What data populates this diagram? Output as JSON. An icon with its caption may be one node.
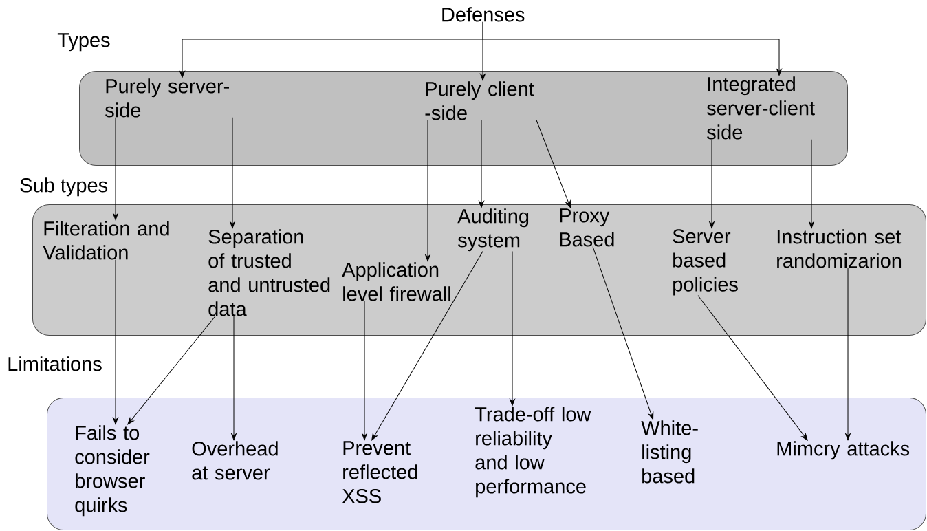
{
  "diagram": {
    "nodes": [
      {
        "text": [
          "Defenses"
        ]
      },
      {
        "text": [
          "Types"
        ]
      },
      {
        "text": [
          "Purely server-side"
        ],
        "in": 1
      },
      {
        "text": [
          "Purely client -side"
        ],
        "in": 1
      },
      {
        "text": [
          "Integrated server-client side"
        ],
        "in": 1
      },
      {
        "text": [
          "Sub types"
        ]
      },
      {
        "text": [
          "Filteration and Validation"
        ],
        "in": 5
      },
      {
        "text": [
          "Separation of trusted and untrusted data"
        ],
        "in": 5
      },
      {
        "text": [
          "Application level firewall"
        ],
        "in": 5
      },
      {
        "text": [
          "Auditing system"
        ],
        "in": 5
      },
      {
        "text": [
          "Proxy Based"
        ],
        "in": 5
      },
      {
        "text": [
          "Server based policies"
        ],
        "in": 5
      },
      {
        "text": [
          "Instruction set randomizarion"
        ],
        "in": 5
      },
      {
        "text": [
          "Limitations"
        ]
      },
      {
        "text": [
          "Fails to consider browser quirks"
        ],
        "in": 13
      },
      {
        "text": [
          "Overhead at server"
        ],
        "in": 13
      },
      {
        "text": [
          "Prevent reflected XSS"
        ],
        "in": 13
      },
      {
        "text": [
          "Trade-off low reliability and low performance"
        ],
        "in": 13
      },
      {
        "text": [
          "White-listing based"
        ],
        "in": 13
      },
      {
        "text": [
          "Mimcry attacks"
        ],
        "in": 13
      }
    ],
    "edges": [
      {
        "from": 0,
        "to": 2,
        "arrow": "to"
      },
      {
        "from": 0,
        "to": 3,
        "arrow": "to"
      },
      {
        "from": 0,
        "to": 4,
        "arrow": "to"
      },
      {
        "from": 2,
        "to": 6,
        "arrow": "to"
      },
      {
        "from": 2,
        "to": 7,
        "arrow": "to"
      },
      {
        "from": 3,
        "to": 8,
        "arrow": "to"
      },
      {
        "from": 3,
        "to": 9,
        "arrow": "to"
      },
      {
        "from": 3,
        "to": 10,
        "arrow": "to"
      },
      {
        "from": 4,
        "to": 11,
        "arrow": "to"
      },
      {
        "from": 4,
        "to": 12,
        "arrow": "to"
      },
      {
        "from": 6,
        "to": 14,
        "arrow": "to"
      },
      {
        "from": 7,
        "to": 14,
        "arrow": "to"
      },
      {
        "from": 7,
        "to": 15,
        "arrow": "to"
      },
      {
        "from": 8,
        "to": 16,
        "arrow": "to"
      },
      {
        "from": 9,
        "to": 16,
        "arrow": "to"
      },
      {
        "from": 9,
        "to": 17,
        "arrow": "to"
      },
      {
        "from": 10,
        "to": 18,
        "arrow": "to"
      },
      {
        "from": 11,
        "to": 19,
        "arrow": "to"
      },
      {
        "from": 12,
        "to": 19,
        "arrow": "to"
      }
    ]
  }
}
